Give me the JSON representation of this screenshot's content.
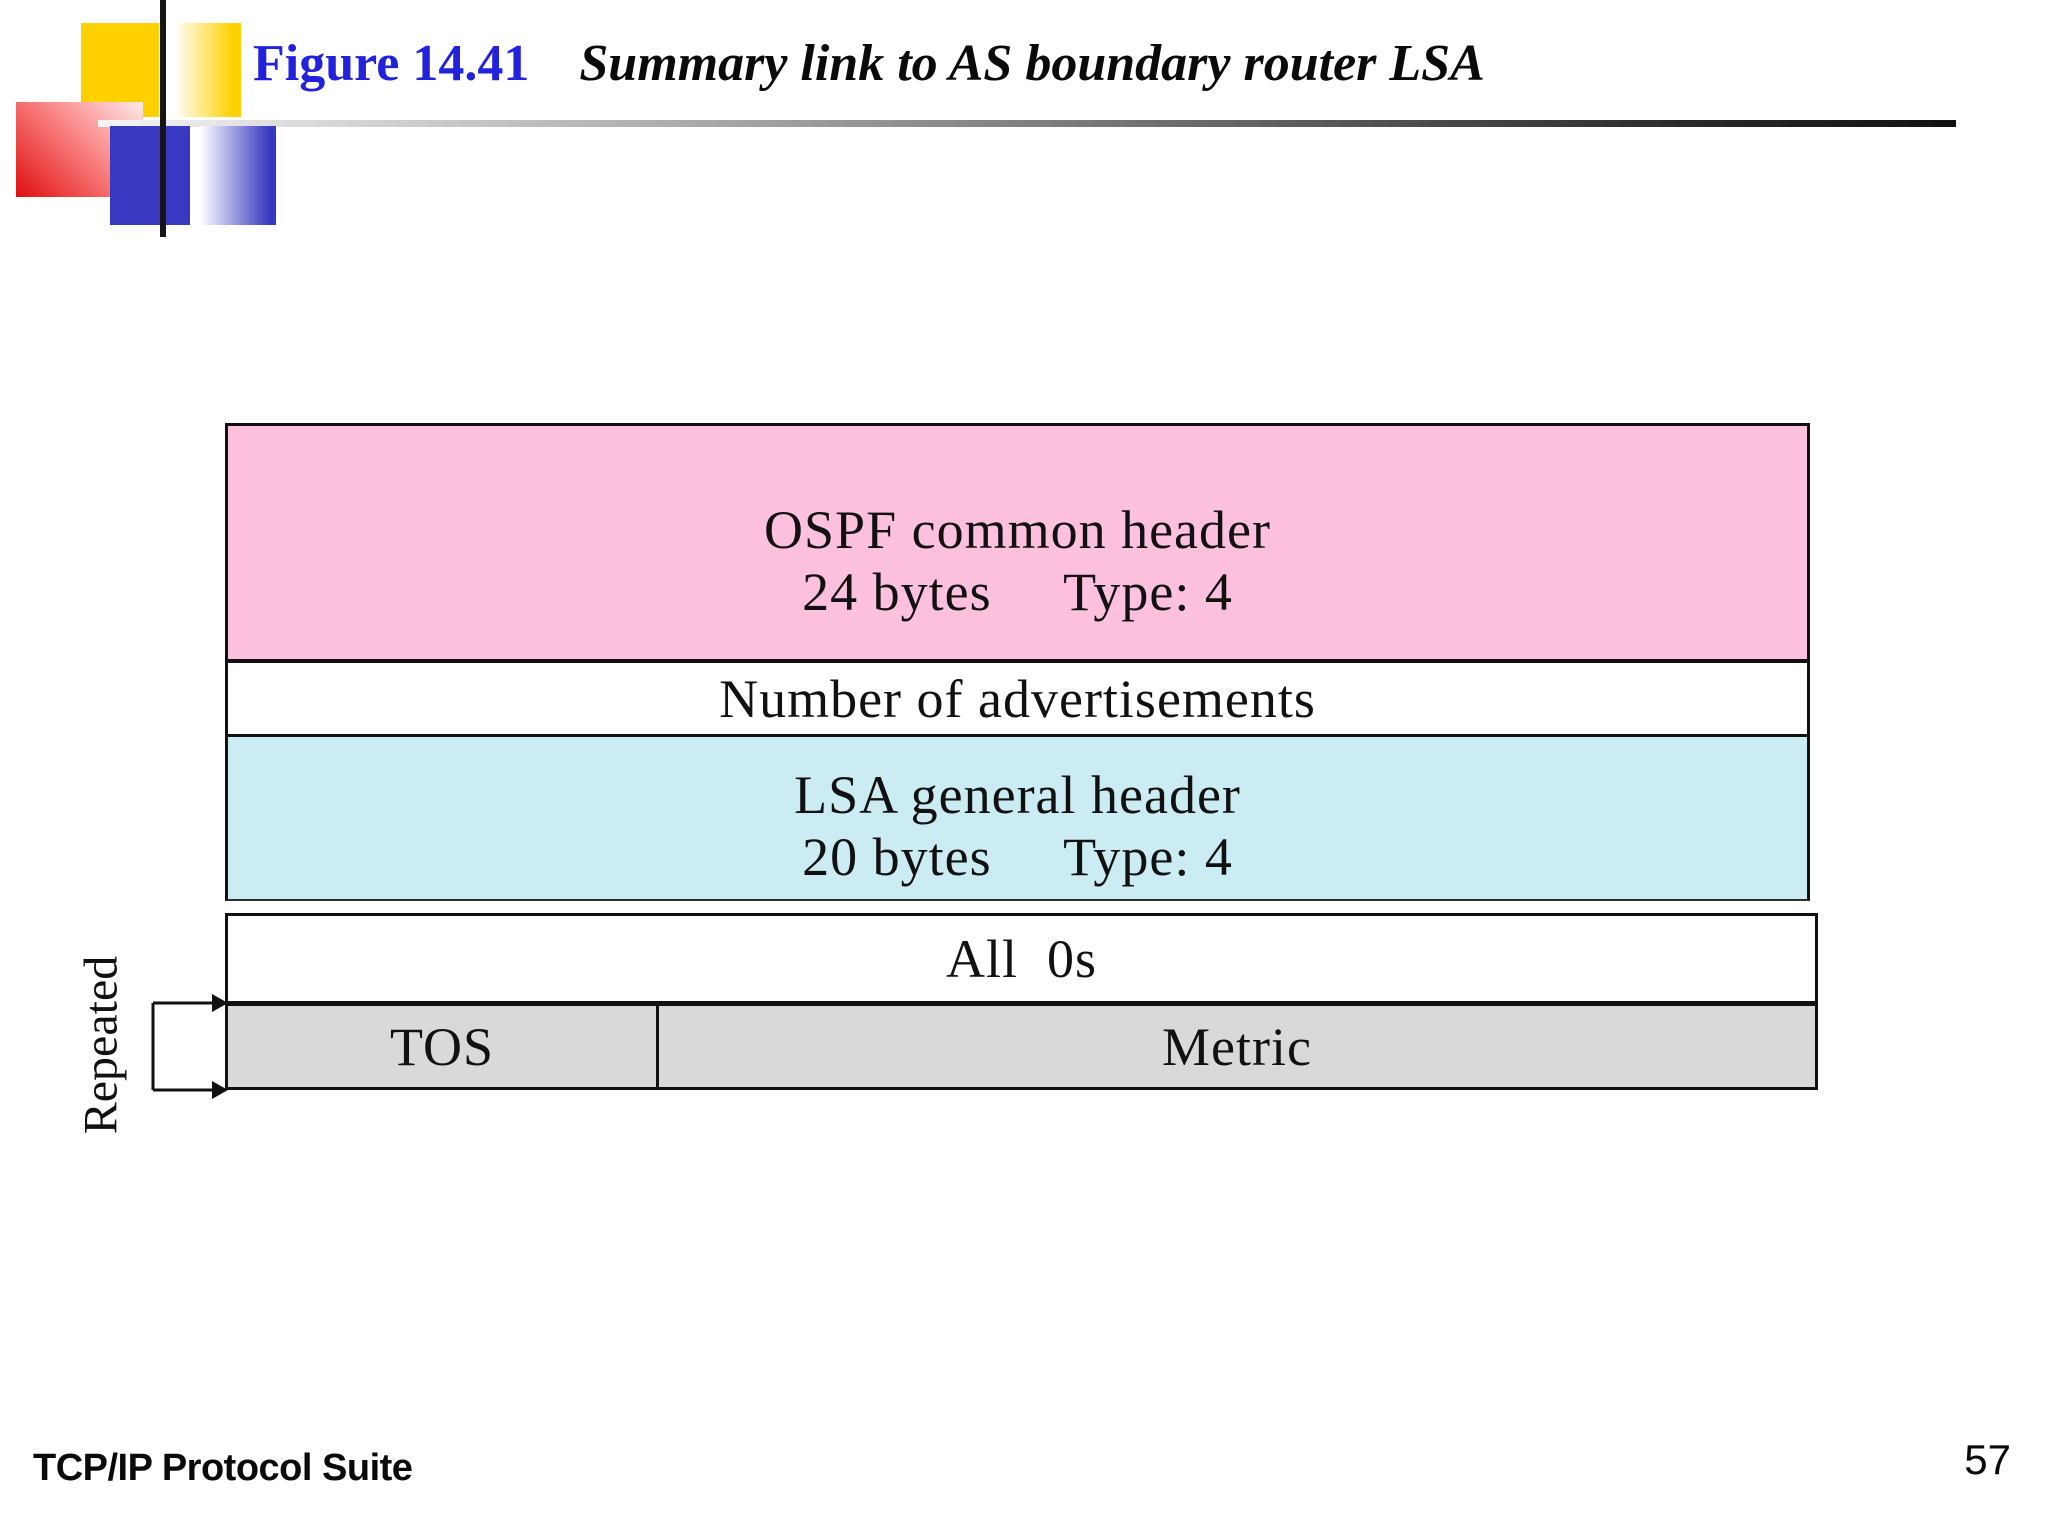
{
  "slide": {
    "figure_label": "Figure 14.41",
    "figure_title": "Summary link to AS boundary router LSA"
  },
  "diagram": {
    "ospf_common_header": {
      "line1": "OSPF common header",
      "line2": "24 bytes     Type: 4"
    },
    "number_of_advertisements": "Number of advertisements",
    "lsa_general_header": {
      "line1": "LSA general header",
      "line2": "20 bytes     Type: 4"
    },
    "all_zeros": "All  0s",
    "tos": "TOS",
    "metric": "Metric",
    "repeated": "Repeated"
  },
  "footer": {
    "book_title": "TCP/IP Protocol Suite",
    "page_number": "57"
  },
  "colors": {
    "figure-label-blue": "#2222DD",
    "pink": "#FDC1DD",
    "cyan": "#CBECF2",
    "gray": "#D9D9D9",
    "yellow": "#FFD100",
    "blue-square": "#3838C0",
    "red-square": "#E00E0E"
  }
}
